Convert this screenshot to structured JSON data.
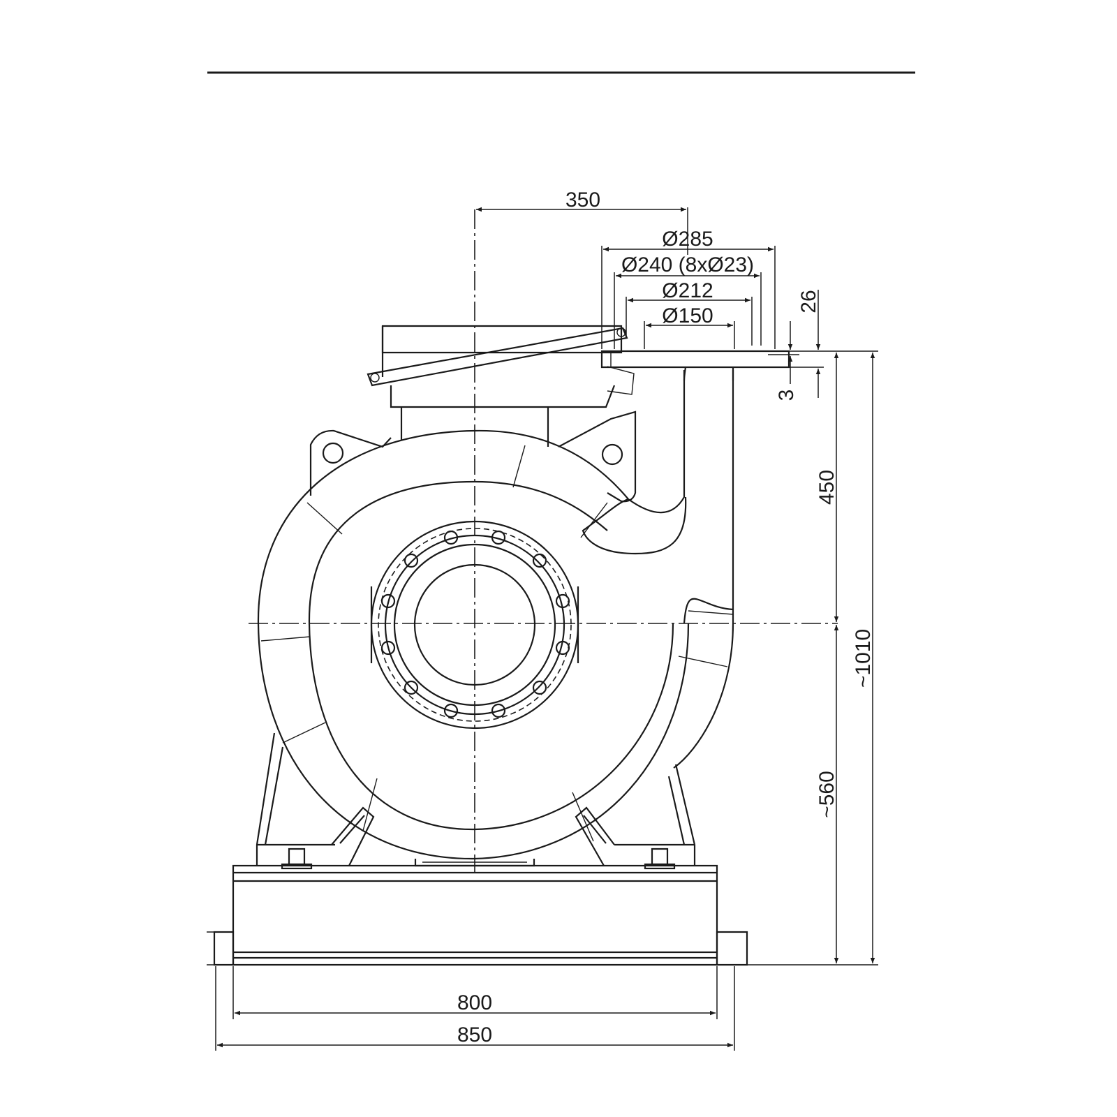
{
  "drawing": {
    "line_color": "#1a1a1a",
    "background": "#ffffff",
    "dimensions": {
      "offset_350": "350",
      "d285": "Ø285",
      "d240": "Ø240 (8xØ23)",
      "d212": "Ø212",
      "d150": "Ø150",
      "t26": "26",
      "t3": "3",
      "h450": "450",
      "h1010": "~1010",
      "h560": "~560",
      "w800": "800",
      "w850": "850"
    }
  }
}
